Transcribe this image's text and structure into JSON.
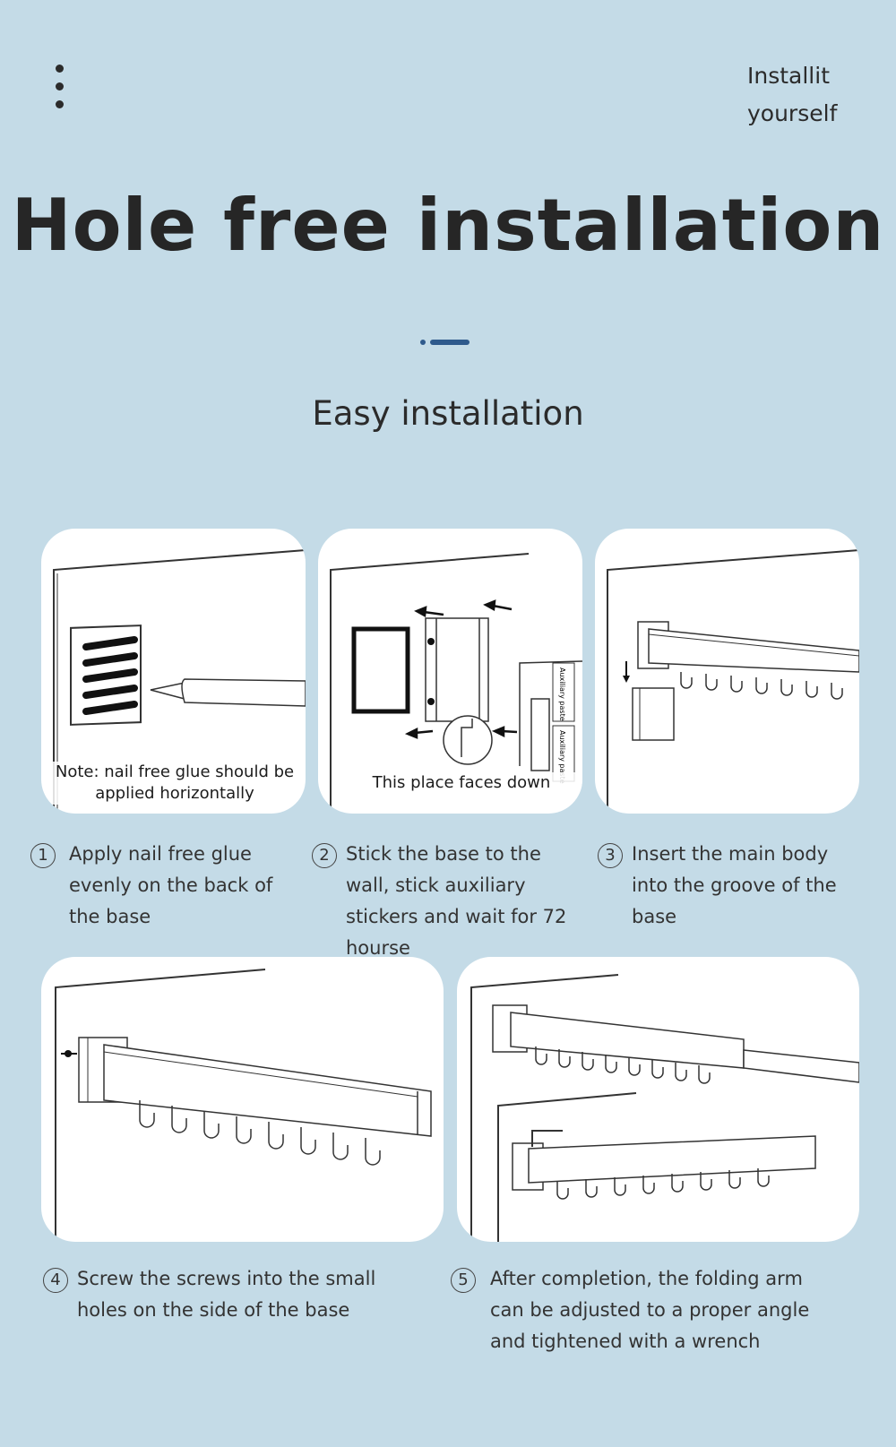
{
  "header": {
    "menu_icon": "vertical-dots-icon",
    "corner_lines": [
      "Installit",
      "yourself"
    ]
  },
  "title": "Hole free installation",
  "subtitle": "Easy installation",
  "accent_color": "#2f5a8c",
  "background_color": "#c4dbe7",
  "cards": [
    {
      "note": "Note: nail free glue should be\napplied horizontally"
    },
    {
      "note": "This place faces down",
      "sticker_labels": [
        "Auxiliary paste",
        "Auxiliary paste"
      ]
    },
    {
      "note": ""
    },
    {
      "note": ""
    },
    {
      "note": ""
    }
  ],
  "steps": [
    {
      "num": "1",
      "text": "Apply nail free glue evenly on the back of the base"
    },
    {
      "num": "2",
      "text": "Stick the base to the wall, stick auxiliary stickers and wait for 72 hourse"
    },
    {
      "num": "3",
      "text": "Insert the main body into the groove of the base"
    },
    {
      "num": "4",
      "text": "Screw the screws into the small holes on the side of the base"
    },
    {
      "num": "5",
      "text": "After completion, the folding arm can be adjusted to a proper angle and tightened with a wrench"
    }
  ]
}
